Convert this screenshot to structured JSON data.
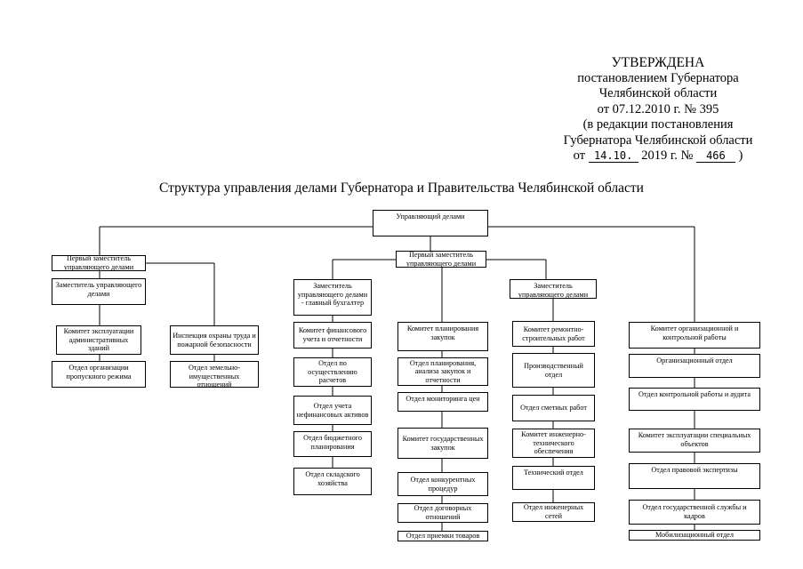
{
  "approval": {
    "heading": "УТВЕРЖДЕНА",
    "line1": "постановлением Губернатора",
    "line2": "Челябинской области",
    "line3": "от 07.12.2010 г. № 395",
    "line4": "(в редакции постановления",
    "line5": "Губернатора Челябинской области",
    "from_prefix": "от",
    "date_handwritten": "14.10.",
    "year_part": "2019 г. №",
    "number_handwritten": "466",
    "close_paren": ")"
  },
  "title": "Структура управления делами Губернатора и Правительства Челябинской области",
  "orgchart": {
    "head": "Управляющий делами",
    "left": {
      "first_deputy": "Первый заместитель управляющего делами",
      "deputy": "Заместитель управляющего делами",
      "committee": "Комитет эксплуатации административных зданий",
      "access_dept": "Отдел организации пропускного режима",
      "inspection": "Инспекция охраны труда и пожарной безопасности",
      "land_dept": "Отдел земельно-имущественных отношений"
    },
    "center": {
      "first_deputy": "Первый заместитель управляющего делами",
      "finance_deputy": "Заместитель управляющего делами - главный бухгалтер",
      "finance_committee": "Комитет финансового учета и отчетности",
      "finance_depts": [
        "Отдел по осуществлению расчетов",
        "Отдел учета нефинансовых активов",
        "Отдел бюджетного планирования",
        "Отдел складского хозяйства"
      ],
      "procurement_committee": "Комитет планирования закупок",
      "procurement_depts": [
        "Отдел планирования, анализа закупок и отчетности",
        "Отдел мониторинга цен"
      ],
      "state_procurement_committee": "Комитет государственных закупок",
      "state_procurement_depts": [
        "Отдел конкурентных процедур",
        "Отдел договорных отношений",
        "Отдел приемки товаров"
      ]
    },
    "repair": {
      "deputy": "Заместитель управляющего делами",
      "repair_committee": "Комитет ремонтно-строительных работ",
      "repair_depts": [
        "Производственный отдел",
        "Отдел сметных работ"
      ],
      "engineering_committee": "Комитет инженерно-технического обеспечения",
      "engineering_depts": [
        "Технический отдел",
        "Отдел инженерных сетей"
      ]
    },
    "org": {
      "committee": "Комитет организационной и контрольной работы",
      "depts": [
        "Организационный отдел",
        "Отдел контрольной работы и аудита"
      ],
      "special_committee": "Комитет эксплуатации специальных объектов",
      "depts2": [
        "Отдел правовой экспертизы",
        "Отдел государственной службы и кадров",
        "Мобилизационный отдел"
      ]
    }
  }
}
